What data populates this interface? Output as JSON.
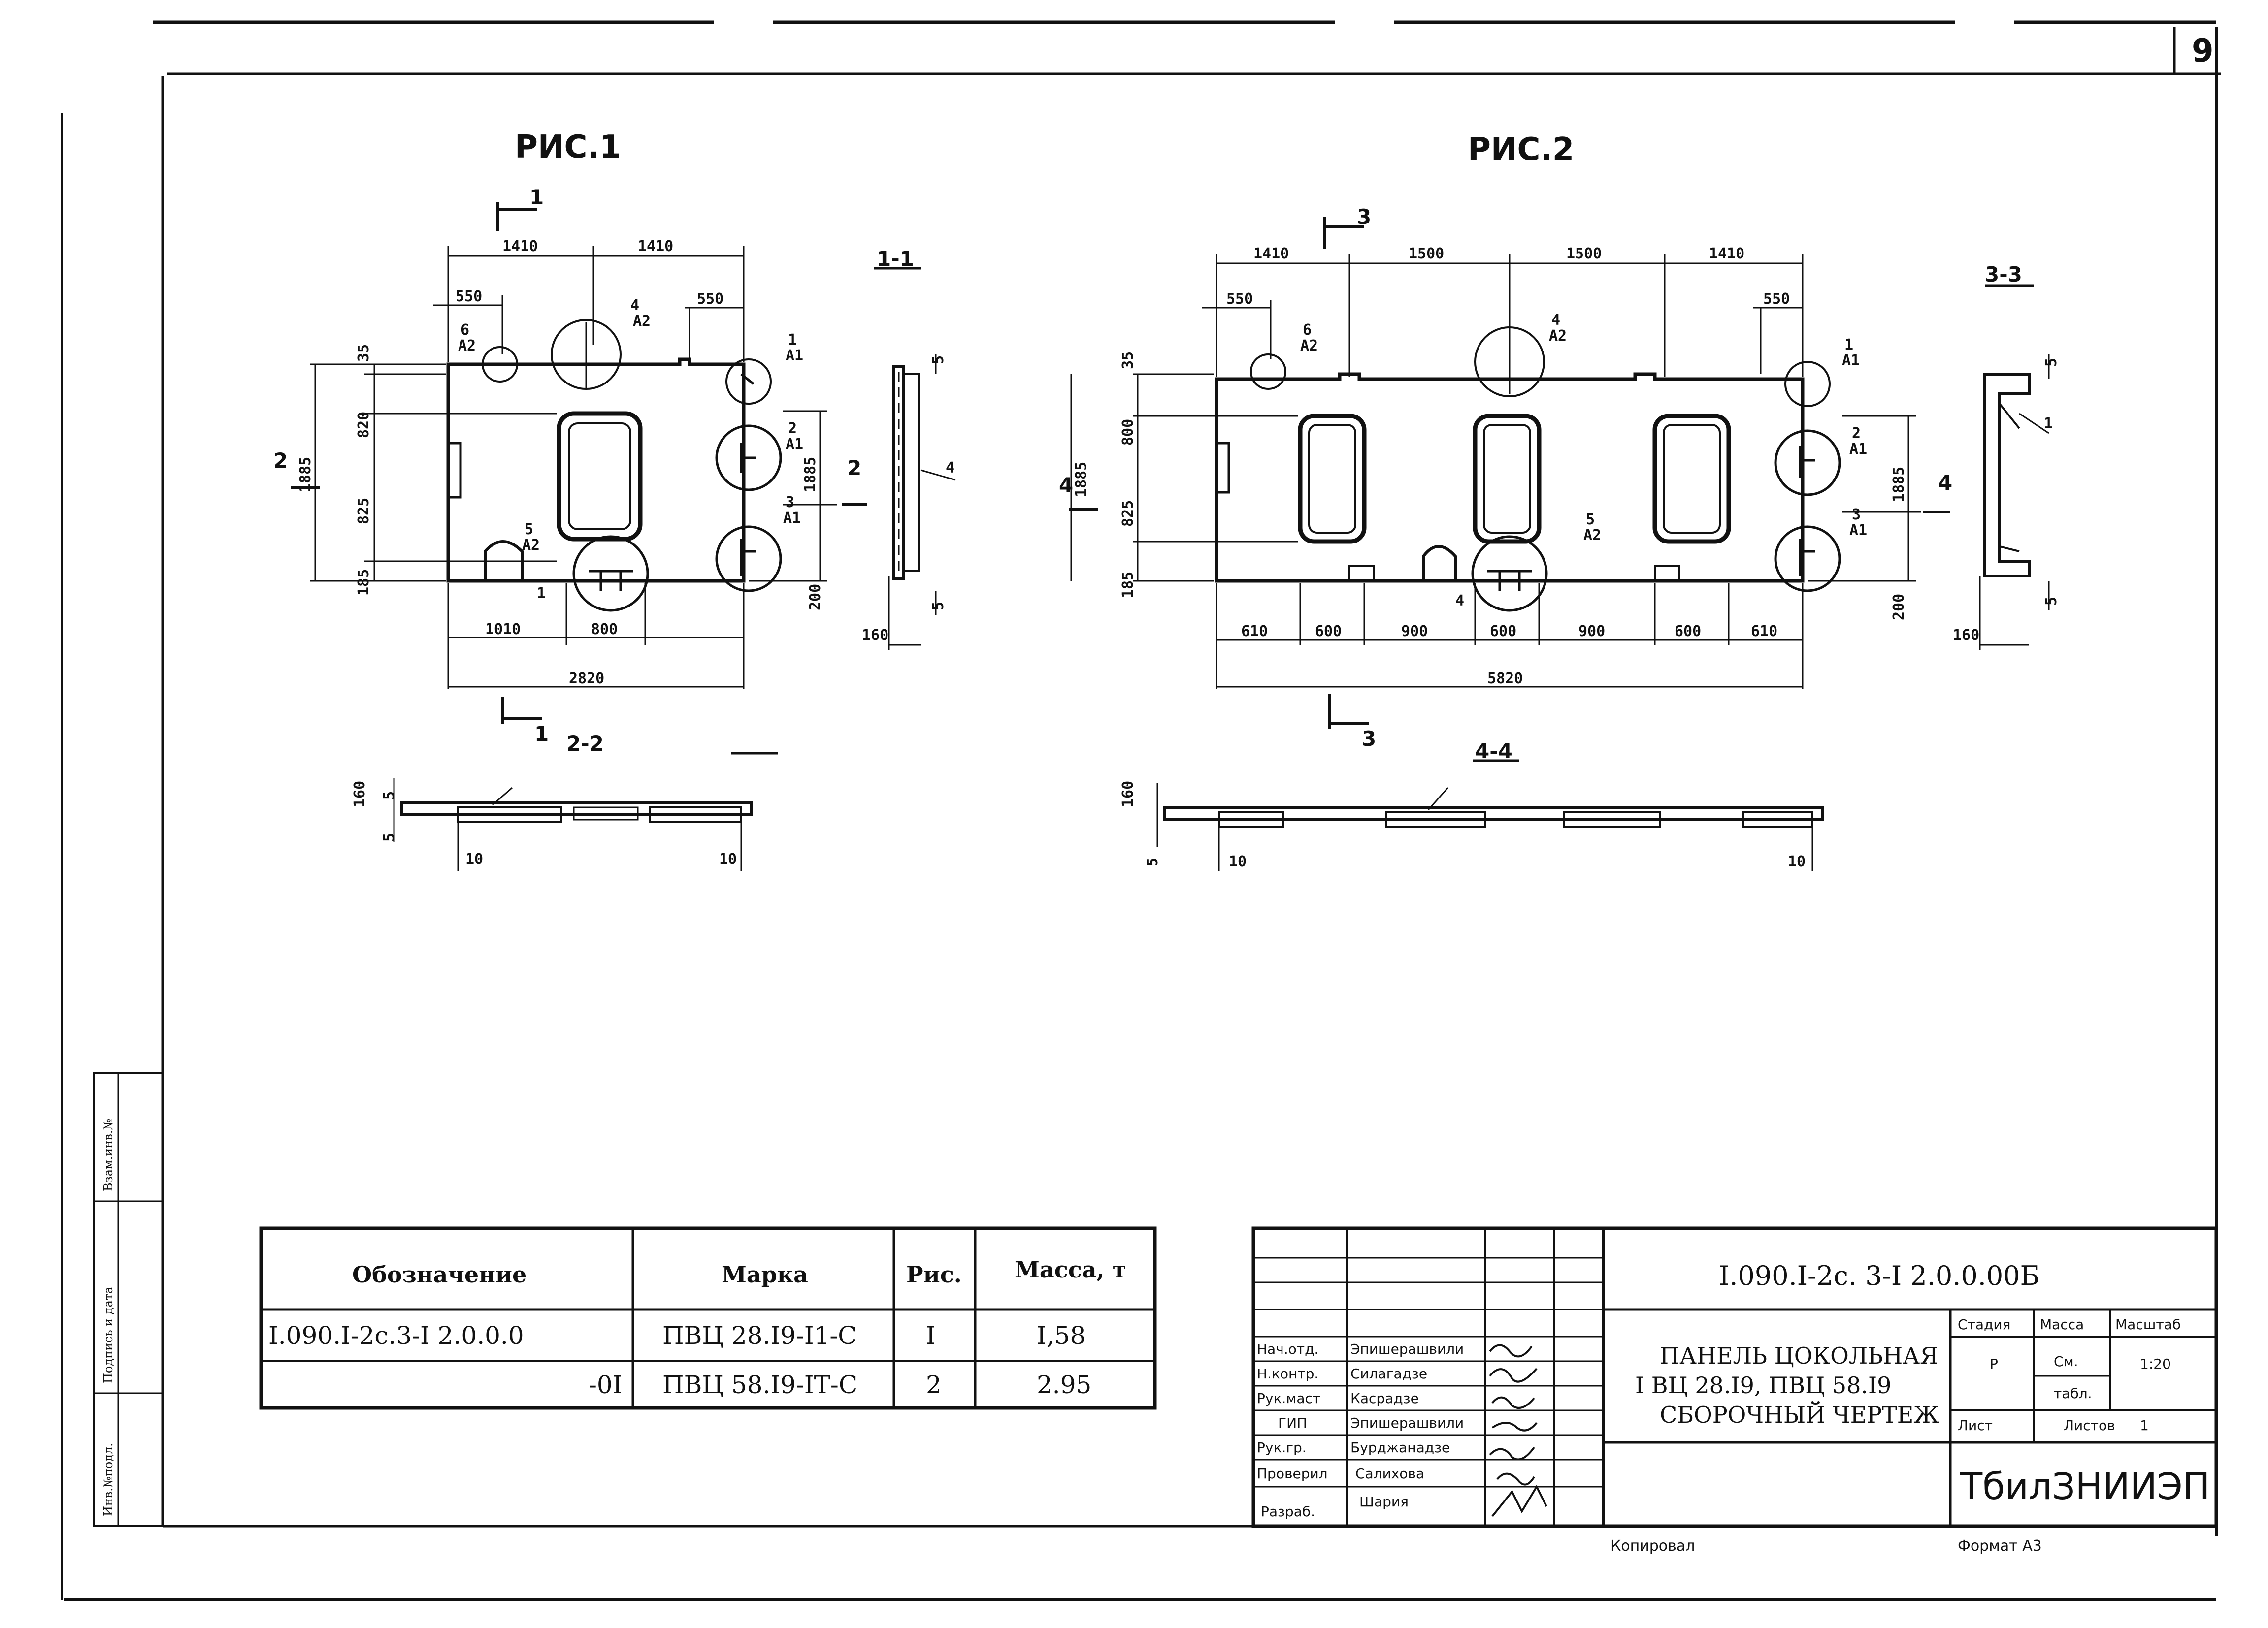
{
  "sheet": {
    "page_number": "9",
    "accent_color": "#111111"
  },
  "fig1": {
    "caption": "РИС.1",
    "section_main": "1-1",
    "section_bottom": "2-2",
    "cut_top": "1",
    "cut_bottom": "1",
    "cut_left": "2",
    "cut_right": "2",
    "dims": {
      "top_a": "1410",
      "top_b": "1410",
      "off_left": "550",
      "off_right": "550",
      "left_top": "35",
      "left_mid": "820",
      "left_low": "825",
      "left_bot": "185",
      "left_total": "1885",
      "right_total": "1885",
      "right_bot": "200",
      "bot_a": "1010",
      "bot_b": "800",
      "overall": "2820",
      "sec_thk": "160",
      "sec_t1": "5",
      "sec_t2": "5",
      "sec22_160": "160",
      "sec22_5a": "5",
      "sec22_5b": "5",
      "sec22_l": "10",
      "sec22_r": "10"
    },
    "callouts": [
      {
        "num": "4",
        "ref": "А2"
      },
      {
        "num": "6",
        "ref": "А2"
      },
      {
        "num": "1",
        "ref": "А1"
      },
      {
        "num": "2",
        "ref": "А1"
      },
      {
        "num": "3",
        "ref": "А1"
      },
      {
        "num": "5",
        "ref": "А2"
      }
    ],
    "item_1": "1",
    "item_4": "4"
  },
  "fig2": {
    "caption": "РИС.2",
    "section_main": "3-3",
    "section_bottom": "4-4",
    "cut_top": "3",
    "cut_bottom": "3",
    "cut_left": "4",
    "cut_right": "4",
    "dims": {
      "top_a": "1410",
      "top_b": "1500",
      "top_c": "1500",
      "top_d": "1410",
      "off_left": "550",
      "off_right": "550",
      "left_top": "35",
      "left_mid": "800",
      "left_low": "825",
      "left_bot": "185",
      "left_total": "1885",
      "right_total": "1885",
      "right_bot": "200",
      "bot_1": "610",
      "bot_2": "600",
      "bot_3": "900",
      "bot_4": "600",
      "bot_5": "900",
      "bot_6": "600",
      "bot_7": "610",
      "overall": "5820",
      "sec_thk": "160",
      "sec_t1": "5",
      "sec_t2": "5",
      "sec44_160": "160",
      "sec44_5": "5",
      "sec44_l": "10",
      "sec44_r": "10"
    },
    "callouts": [
      {
        "num": "6",
        "ref": "А2"
      },
      {
        "num": "4",
        "ref": "А2"
      },
      {
        "num": "1",
        "ref": "А1"
      },
      {
        "num": "2",
        "ref": "А1"
      },
      {
        "num": "5",
        "ref": "А2"
      },
      {
        "num": "3",
        "ref": "А1"
      }
    ],
    "item_1": "1",
    "item_4": "4"
  },
  "spec_table": {
    "headers": [
      "Обозначение",
      "Марка",
      "Рис.",
      "Масса, т"
    ],
    "rows": [
      [
        "I.090.I-2с.3-I 2.0.0.0",
        "ПВЦ 28.I9-I1-С",
        "I",
        "I,58"
      ],
      [
        "-0I",
        "ПВЦ 58.I9-IТ-С",
        "2",
        "2.95"
      ]
    ]
  },
  "side_stamp": {
    "labels": [
      "Инв.№подл.",
      "Подпись и дата",
      "Взам.инв.№"
    ]
  },
  "stamp": {
    "doc_code": "I.090.I-2с. 3-I 2.0.0.00Б",
    "title_lines": [
      "ПАНЕЛЬ ЦОКОЛЬНАЯ",
      "I ВЦ 28.I9, ПВЦ 58.I9",
      "СБОРОЧНЫЙ ЧЕРТЕЖ"
    ],
    "roles": [
      {
        "role": "Нач.отд.",
        "name": "Эпишерашвили"
      },
      {
        "role": "Н.контр.",
        "name": "Силагадзе"
      },
      {
        "role": "Рук.маст",
        "name": "Касрадзе"
      },
      {
        "role": "ГИП",
        "name": "Эпишерашвили"
      },
      {
        "role": "Рук.гр.",
        "name": "Бурджанадзе"
      },
      {
        "role": "Проверил",
        "name": "Салихова"
      },
      {
        "role": "Разраб.",
        "name": "Шария"
      }
    ],
    "stage_label": "Стадия",
    "mass_label": "Масса",
    "scale_label": "Масштаб",
    "stage_value": "Р",
    "mass_value_1": "См.",
    "mass_value_2": "табл.",
    "scale_value": "1:20",
    "sheet_label": "Лист",
    "sheets_label": "Листов",
    "sheets_value": "1",
    "organization": "ТбилЗНИИЭП",
    "copied_label": "Копировал",
    "format_label": "Формат А3"
  }
}
